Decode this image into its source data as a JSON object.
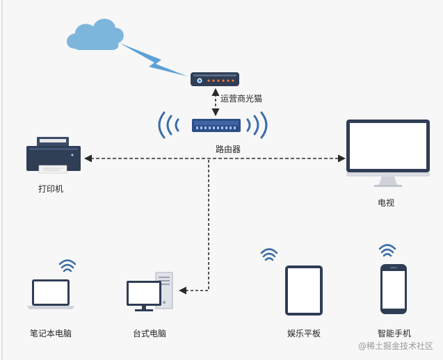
{
  "labels": {
    "modem": "运营商光猫",
    "router": "路由器",
    "printer": "打印机",
    "monitor": "电视",
    "laptop": "笔记本电脑",
    "desktop": "台式电脑",
    "tablet": "娱乐平板",
    "phone": "智能手机"
  },
  "watermark": "@稀土掘金技术社区",
  "colors": {
    "cloud": "#7eb5dc",
    "lightning": "#5da1d6",
    "device_dark": "#2f3d55",
    "router_blue": "#2e4f86",
    "wifi": "#3a6ca8",
    "connector": "#2a2a2a",
    "modem_dot": "#ff7a3a"
  },
  "icons": [
    "cloud-icon",
    "lightning-icon",
    "modem-icon",
    "router-icon",
    "printer-icon",
    "monitor-icon",
    "laptop-icon",
    "desktop-icon",
    "tablet-icon",
    "phone-icon",
    "wifi-icon"
  ]
}
